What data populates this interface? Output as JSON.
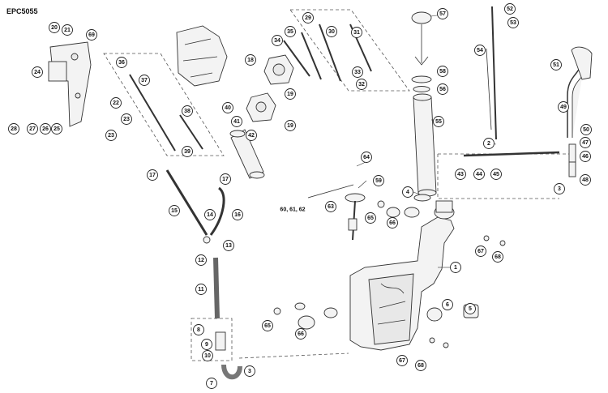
{
  "diagram_code": "EPC5055",
  "callouts": [
    "1",
    "2",
    "3",
    "4",
    "5",
    "6",
    "7",
    "8",
    "9",
    "10",
    "11",
    "12",
    "13",
    "14",
    "15",
    "16",
    "17",
    "18",
    "19",
    "20",
    "21",
    "22",
    "23",
    "24",
    "25",
    "26",
    "27",
    "28",
    "29",
    "30",
    "31",
    "32",
    "33",
    "34",
    "35",
    "36",
    "37",
    "38",
    "39",
    "40",
    "41",
    "42",
    "43",
    "44",
    "45",
    "46",
    "47",
    "48",
    "49",
    "50",
    "51",
    "52",
    "53",
    "54",
    "55",
    "56",
    "57",
    "58",
    "59",
    "63",
    "64",
    "65",
    "66",
    "67",
    "68",
    "69"
  ],
  "multi_label": "60, 61, 62"
}
